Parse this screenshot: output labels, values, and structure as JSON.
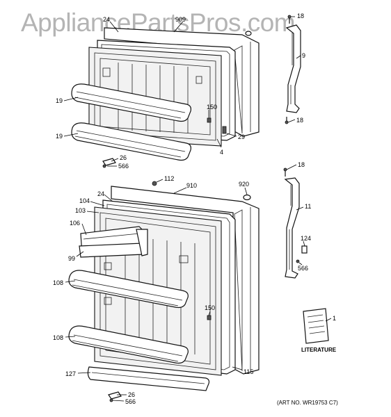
{
  "watermark": "AppliancePartsPros.com",
  "art_number": "(ART NO. WR19753 C7)",
  "literature_label": "LITERATURE",
  "callouts": {
    "c24a": "24",
    "c909": "909",
    "c18a": "18",
    "c9": "9",
    "c18b": "18",
    "c19a": "19",
    "c19b": "19",
    "c150a": "150",
    "c29": "29",
    "c4": "4",
    "c26a": "26",
    "c566a": "566",
    "c18c": "18",
    "c112": "112",
    "c910": "910",
    "c920": "920",
    "c24b": "24",
    "c104": "104",
    "c103": "103",
    "c106": "106",
    "c99": "99",
    "c11": "11",
    "c124": "124",
    "c566b": "566",
    "c108a": "108",
    "c150b": "150",
    "c108b": "108",
    "c1": "1",
    "c127": "127",
    "c115": "115",
    "c26b": "26",
    "c566c": "566"
  }
}
